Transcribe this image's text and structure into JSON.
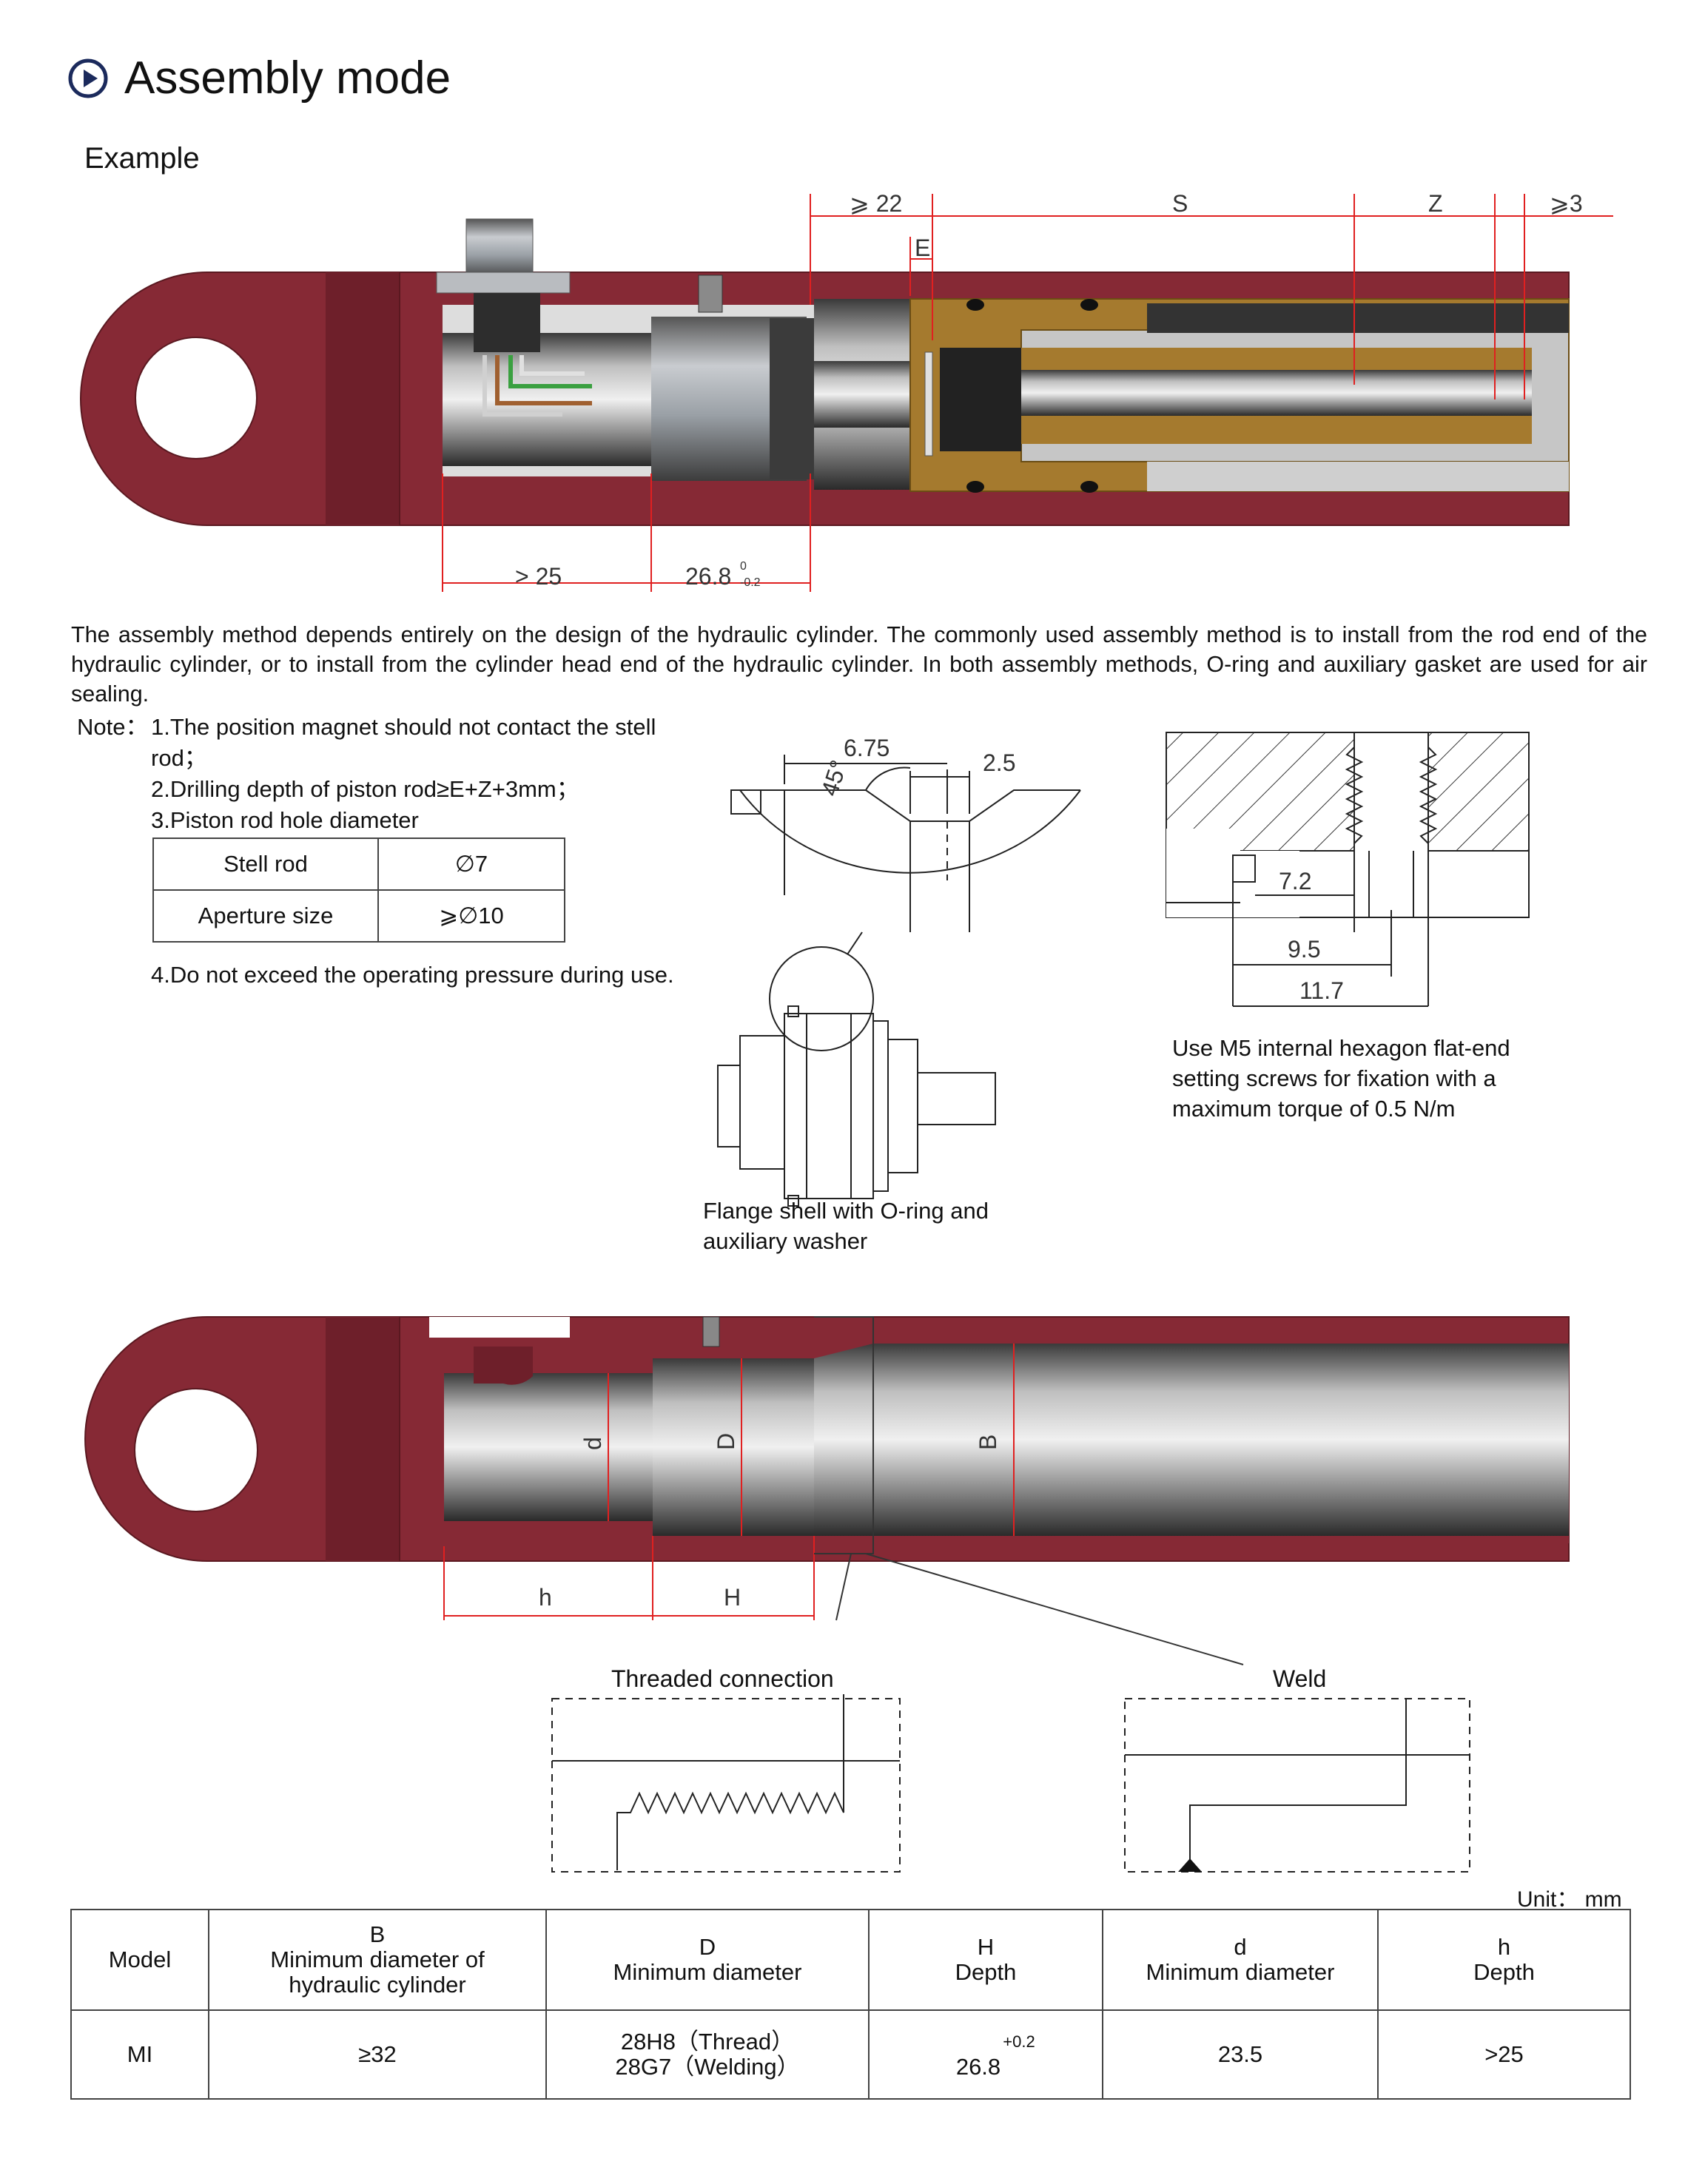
{
  "title": "Assembly mode",
  "example_label": "Example",
  "top_dims": {
    "d22": "⩾ 22",
    "s": "S",
    "z": "Z",
    "d3": "⩾3",
    "e": "E",
    "d25": "> 25",
    "d268": "26.8",
    "tol_up": "0",
    "tol_down": "-0.2"
  },
  "paragraph": "The assembly method depends entirely on the design of the hydraulic cylinder. The commonly used assembly method is to install from the rod end of the hydraulic cylinder, or to install from the cylinder head end of the hydraulic cylinder. In both assembly methods, O-ring and auxiliary gasket are used for air sealing.",
  "note_label": "Note：",
  "notes": {
    "n1": "1.The position magnet should not contact the stell rod；",
    "n2": "2.Drilling depth of piston rod≥E+Z+3mm；",
    "n3": "3.Piston rod hole diameter",
    "n4": "4.Do not exceed the operating pressure during use."
  },
  "rod_table": [
    {
      "label": "Stell rod",
      "value": "∅7"
    },
    {
      "label": "Aperture size",
      "value": "⩾∅10"
    }
  ],
  "detail_dims": {
    "a": "6.75",
    "b": "2.5",
    "angle": "45°"
  },
  "flange_caption_1": "Flange shell with O-ring and",
  "flange_caption_2": "auxiliary washer",
  "screw_dims": {
    "a": "7.2",
    "b": "9.5",
    "c": "11.7"
  },
  "screw_caption_1": "Use M5 internal hexagon flat-end",
  "screw_caption_2": "setting screws for fixation with a",
  "screw_caption_3": "maximum torque of 0.5 N/m",
  "bottom_dims": {
    "d": "d",
    "D": "D",
    "B": "B",
    "h": "h",
    "H": "H"
  },
  "threaded_label": "Threaded connection",
  "weld_label": "Weld",
  "unit": "Unit：  mm",
  "spec_table": {
    "headers": [
      {
        "code": "Model",
        "desc": ""
      },
      {
        "code": "B",
        "desc": "Minimum diameter of hydraulic cylinder"
      },
      {
        "code": "D",
        "desc": "Minimum diameter"
      },
      {
        "code": "H",
        "desc": "Depth"
      },
      {
        "code": "d",
        "desc": "Minimum diameter"
      },
      {
        "code": "h",
        "desc": "Depth"
      }
    ],
    "row": {
      "model": "MI",
      "b": "≥32",
      "d_thread": "28H8（Thread）",
      "d_weld": "28G7（Welding）",
      "h_tol": "+0.2",
      "h_val": "26.8",
      "dd": "23.5",
      "hh": ">25"
    }
  },
  "colors": {
    "cylinder": "#862935",
    "brass": "#a57a2e",
    "dim_line": "#e02020"
  }
}
